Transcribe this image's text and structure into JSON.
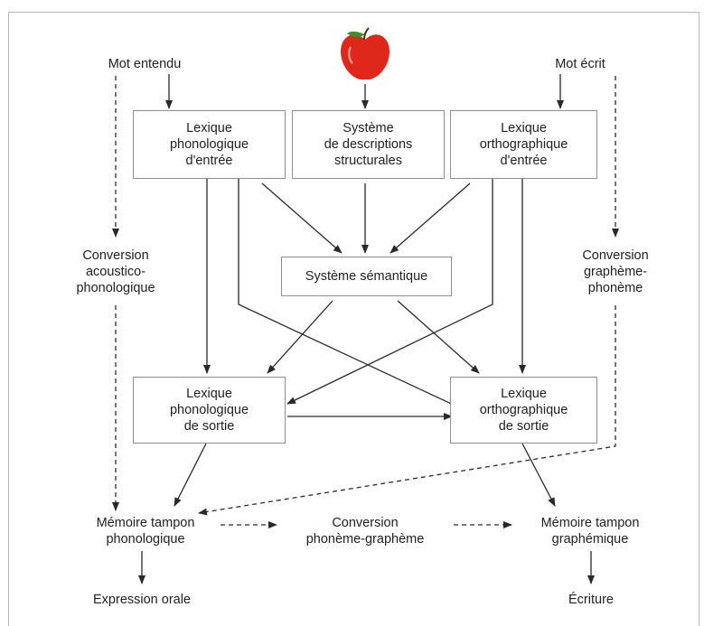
{
  "colors": {
    "line": "#2a2a2a",
    "border": "#8e8e8e",
    "frame": "#b9b9b9",
    "apple": "#e0271b"
  },
  "icons": {
    "apple": "apple-icon"
  },
  "inputs": {
    "heard": "Mot entendu",
    "written": "Mot écrit"
  },
  "boxes": {
    "phon_in": "Lexique\nphonologique\nd'entrée",
    "structural": "Système\nde descriptions\nstructurales",
    "orth_in": "Lexique\northographique\nd'entrée",
    "semantic": "Système sémantique",
    "phon_out": "Lexique\nphonologique\nde sortie",
    "orth_out": "Lexique\northographique\nde sortie"
  },
  "conversions": {
    "acoustic": "Conversion\nacoustico-\nphonologique",
    "grapheme_phoneme": "Conversion\ngraphème-\nphonème",
    "phoneme_grapheme": "Conversion\nphonème-graphème"
  },
  "buffers": {
    "phonological": "Mémoire tampon\nphonologique",
    "graphemic": "Mémoire tampon\ngraphémique"
  },
  "outputs": {
    "oral": "Expression orale",
    "writing": "Écriture"
  }
}
